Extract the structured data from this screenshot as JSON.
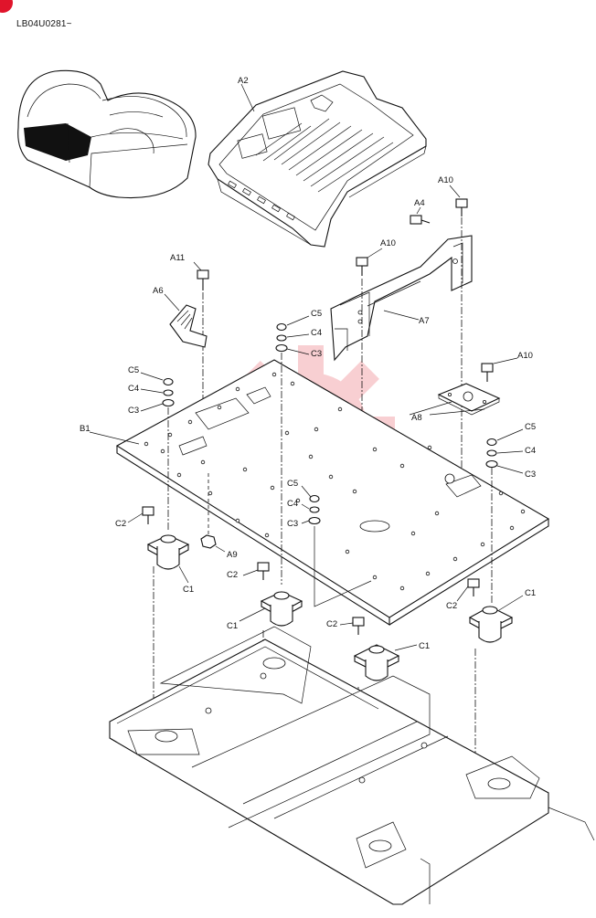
{
  "document": {
    "code": "LB04U0281~",
    "accent_color": "#e0142b",
    "watermark_color": "#f4a9ae"
  },
  "callouts": {
    "A2": "A2",
    "A4": "A4",
    "A6": "A6",
    "A7": "A7",
    "A8": "A8",
    "A9": "A9",
    "A10": "A10",
    "A11": "A11",
    "B1": "B1",
    "C1": "C1",
    "C2": "C2",
    "C3": "C3",
    "C4": "C4",
    "C5": "C5"
  }
}
